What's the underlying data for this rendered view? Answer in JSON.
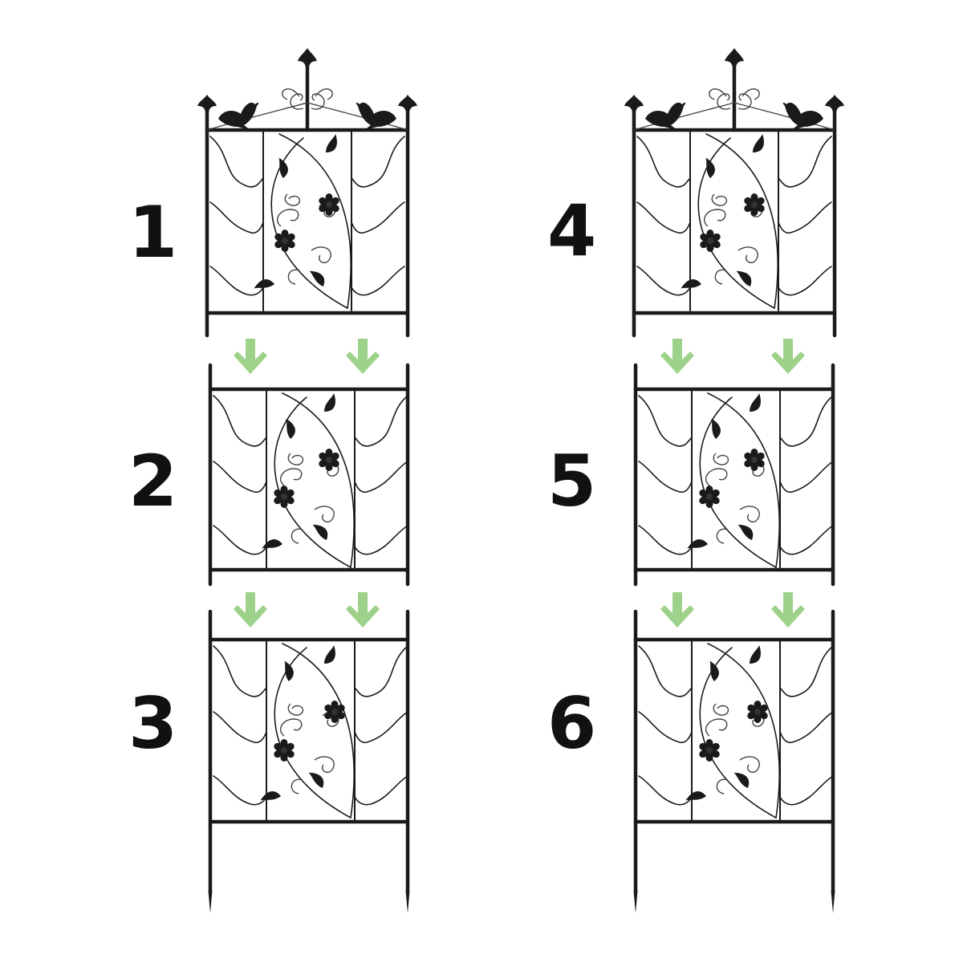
{
  "steps": [
    {
      "label": "1",
      "column": 0,
      "section": "top"
    },
    {
      "label": "2",
      "column": 0,
      "section": "middle"
    },
    {
      "label": "3",
      "column": 0,
      "section": "bottom"
    },
    {
      "label": "4",
      "column": 1,
      "section": "top"
    },
    {
      "label": "5",
      "column": 1,
      "section": "middle"
    },
    {
      "label": "6",
      "column": 1,
      "section": "bottom"
    }
  ],
  "colors": {
    "metal": "#1a1a1a",
    "arrow": "#9ed28a",
    "number": "#111111",
    "background": "#ffffff"
  },
  "icons": {
    "arrow": "down-arrow-icon",
    "bird": "bird-icon",
    "finial": "fleur-de-lis-icon",
    "flower": "flower-icon",
    "leaf": "leaf-icon"
  }
}
